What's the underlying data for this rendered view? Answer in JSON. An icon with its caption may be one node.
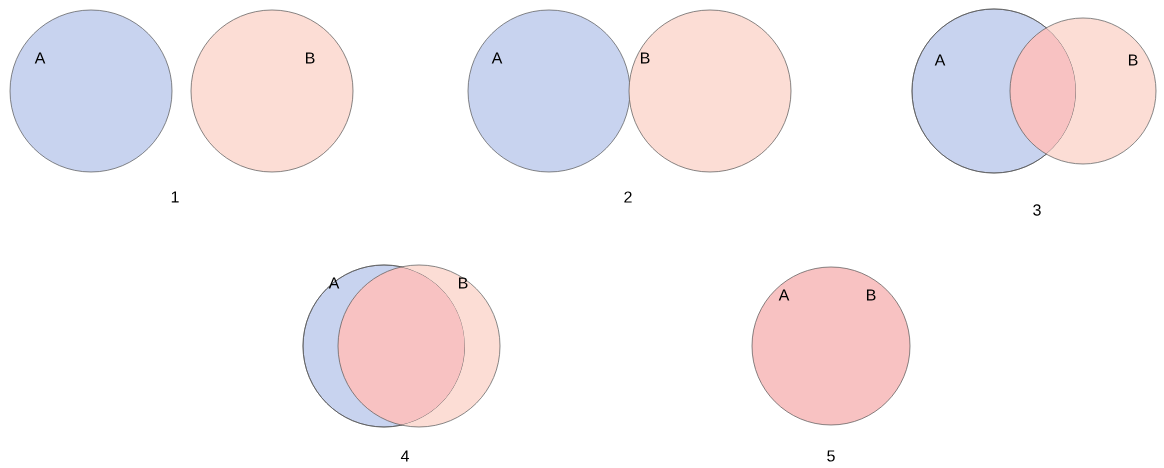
{
  "diagram": {
    "nodes": [
      {
        "text": [
          "A"
        ]
      },
      {
        "text": [
          "B"
        ]
      },
      {
        "text": [
          "A"
        ]
      },
      {
        "text": [
          "B"
        ]
      },
      {
        "text": [
          "A"
        ]
      },
      {
        "text": [
          "B"
        ]
      },
      {
        "text": [
          "A"
        ]
      },
      {
        "text": [
          "B"
        ]
      },
      {
        "text": [
          "A",
          "B"
        ]
      }
    ],
    "labels": [
      "1",
      "2",
      "3",
      "4",
      "5"
    ]
  }
}
